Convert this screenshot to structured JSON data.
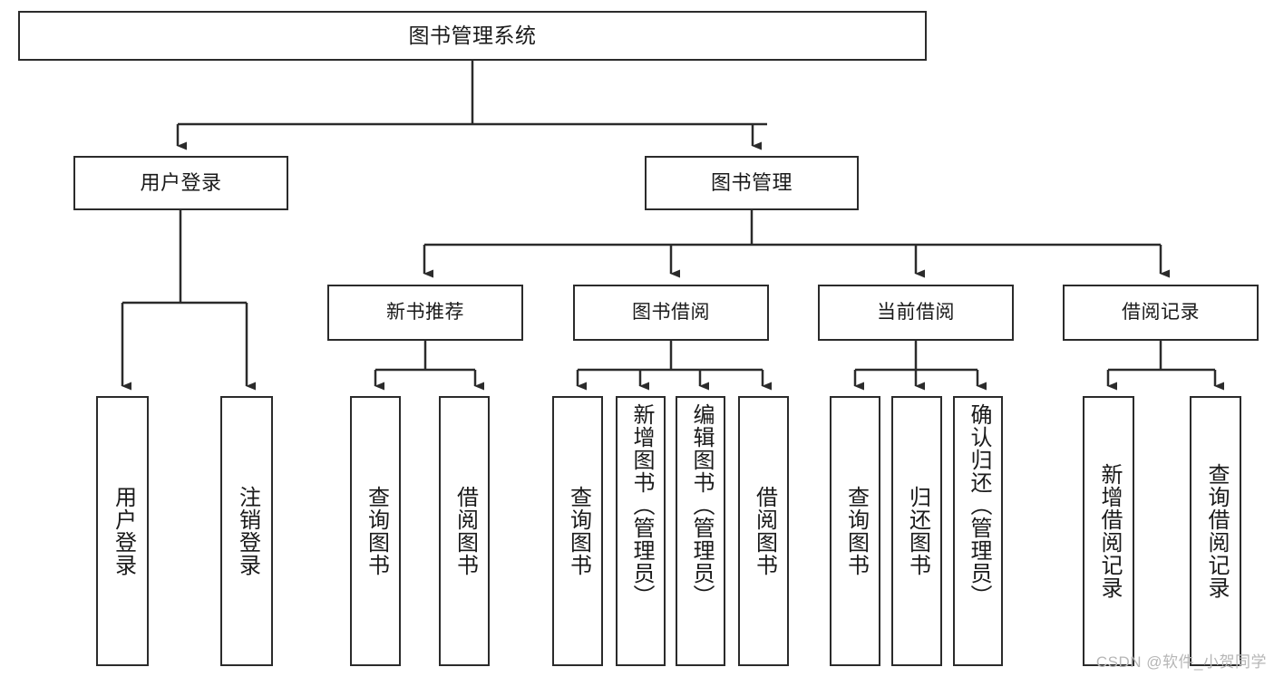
{
  "diagram": {
    "title_node": {
      "label": "图书管理系统"
    },
    "level1": [
      {
        "id": "user-login",
        "label": "用户登录"
      },
      {
        "id": "book-management",
        "label": "图书管理"
      }
    ],
    "level2": [
      {
        "id": "new-book-recommend",
        "label": "新书推荐"
      },
      {
        "id": "book-borrow",
        "label": "图书借阅"
      },
      {
        "id": "current-borrow",
        "label": "当前借阅"
      },
      {
        "id": "borrow-record",
        "label": "借阅记录"
      }
    ],
    "leaves": [
      {
        "id": "leaf-user-login",
        "label": "用户登录",
        "parent": "user-login"
      },
      {
        "id": "leaf-logout-login",
        "label": "注销登录",
        "parent": "user-login"
      },
      {
        "id": "leaf-query-book-1",
        "label": "查询图书",
        "parent": "new-book-recommend"
      },
      {
        "id": "leaf-borrow-book-1",
        "label": "借阅图书",
        "parent": "new-book-recommend"
      },
      {
        "id": "leaf-query-book-2",
        "label": "查询图书",
        "parent": "book-borrow"
      },
      {
        "id": "leaf-add-book",
        "label": "新增图书（管理员）",
        "parent": "book-borrow"
      },
      {
        "id": "leaf-edit-book",
        "label": "编辑图书（管理员）",
        "parent": "book-borrow"
      },
      {
        "id": "leaf-borrow-book-2",
        "label": "借阅图书",
        "parent": "book-borrow"
      },
      {
        "id": "leaf-query-book-3",
        "label": "查询图书",
        "parent": "current-borrow"
      },
      {
        "id": "leaf-return-book",
        "label": "归还图书",
        "parent": "current-borrow"
      },
      {
        "id": "leaf-confirm-return",
        "label": "确认归还（管理员）",
        "parent": "current-borrow"
      },
      {
        "id": "leaf-add-record",
        "label": "新增借阅记录",
        "parent": "borrow-record"
      },
      {
        "id": "leaf-query-record",
        "label": "查询借阅记录",
        "parent": "borrow-record"
      }
    ],
    "colors": {
      "stroke": "#2b2b2b",
      "fill": "#ffffff",
      "text": "#1a1a1a",
      "watermark": "#b6b6b6"
    }
  },
  "watermark": {
    "text": "CSDN @软件_小贺同学"
  }
}
